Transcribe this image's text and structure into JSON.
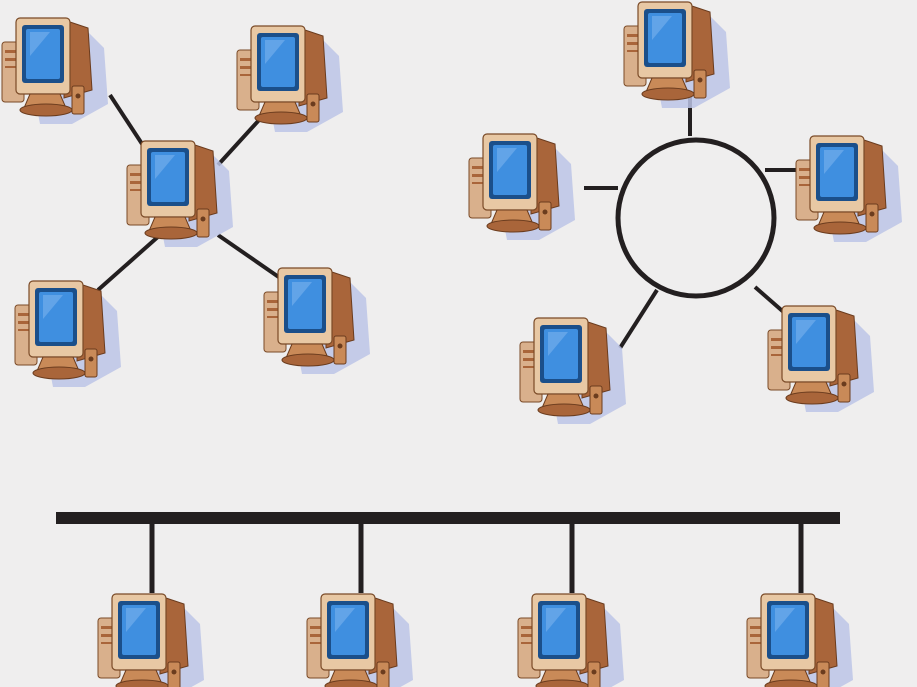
{
  "colors": {
    "background": "#efeeee",
    "link": "#231f20",
    "shadow": "#bcc4e6",
    "case": "#d9b08c",
    "case_dark": "#a9653a",
    "case_mid": "#c98a58",
    "screen": "#3f8fe0",
    "screen_edge": "#1b4f8a",
    "bezel": "#e8c8a4"
  },
  "topologies": [
    {
      "kind": "star",
      "icon": "computer-icon",
      "node_count": 5
    },
    {
      "kind": "ring",
      "icon": "computer-icon",
      "node_count": 5
    },
    {
      "kind": "bus",
      "icon": "computer-icon",
      "node_count": 4
    }
  ]
}
